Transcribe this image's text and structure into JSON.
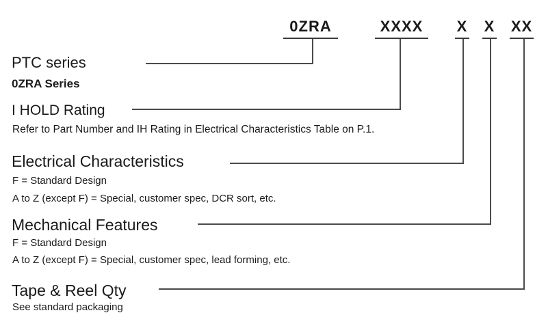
{
  "part_number": {
    "segments": [
      "0ZRA",
      "XXXX",
      "X",
      "X",
      "XX"
    ]
  },
  "sections": {
    "series": {
      "heading": "PTC series",
      "detail": "0ZRA Series"
    },
    "ihold": {
      "heading": "I HOLD Rating",
      "detail": "Refer to Part Number and IH Rating in Electrical Characteristics Table on P.1."
    },
    "electrical": {
      "heading": "Electrical Characteristics",
      "lines": [
        "F = Standard Design",
        "A to Z (except F) = Special, customer spec, DCR sort, etc."
      ]
    },
    "mechanical": {
      "heading": "Mechanical Features",
      "lines": [
        "F = Standard Design",
        "A to Z (except F) = Special, customer spec, lead forming, etc."
      ]
    },
    "packaging": {
      "heading": "Tape & Reel Qty",
      "detail": "See standard packaging"
    }
  },
  "colors": {
    "connector": "#4a4a4a",
    "text": "#1a1a1a",
    "background": "#ffffff"
  }
}
